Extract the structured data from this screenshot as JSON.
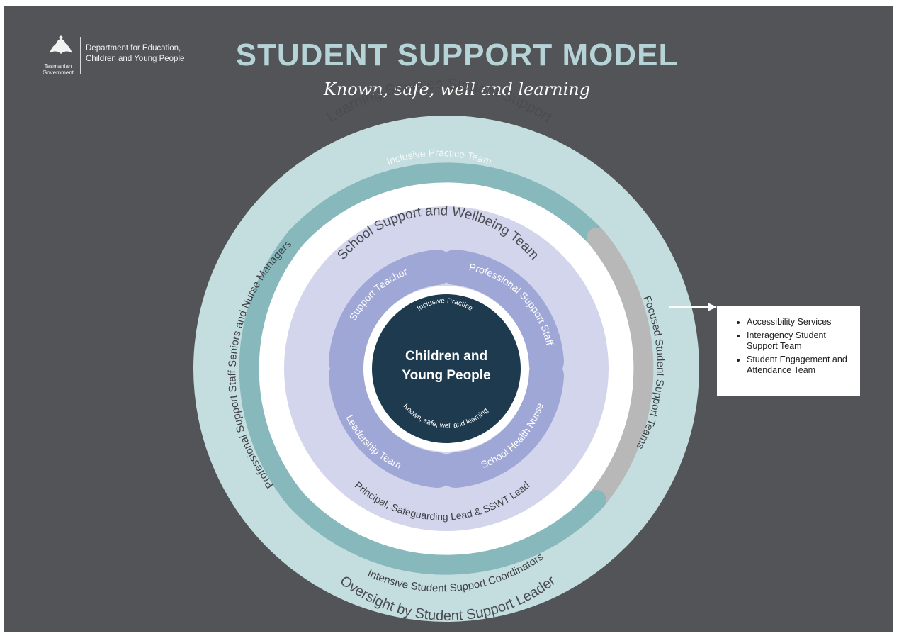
{
  "header": {
    "logo_text": [
      "Tasmanian",
      "Government"
    ],
    "department_lines": [
      "Department for Education,",
      "Children and Young People"
    ],
    "title": "STUDENT SUPPORT MODEL",
    "subtitle": "Known, safe, well and learning"
  },
  "diagram": {
    "outer_ring_top": "Learning Services Student Support",
    "outer_ring_bottom": "Oversight by Student Support Leader",
    "band_top": "Inclusive Practice Team",
    "band_left": "Professional Support Staff Seniors and Nurse Managers",
    "band_right": "Focused Student Support Teams",
    "band_bottom": "Intensive Student Support Coordinators",
    "school_team_top": "School Support and Wellbeing Team",
    "school_team_bottom": "Principal, Safeguarding Lead & SSWT Lead",
    "quadrants": [
      "Support Teacher",
      "Professional Support Staff",
      "School Health Nurse",
      "Leadership Team"
    ],
    "center_title_lines": [
      "Children and",
      "Young People"
    ],
    "center_top": "Inclusive Practice",
    "center_bottom": "Known, safe, well and learning"
  },
  "callout": {
    "items": [
      "Accessibility Services",
      "Interagency Student Support Team",
      "Student Engagement and Attendance Team"
    ]
  },
  "colors": {
    "background": "#525458",
    "outer_ring": "#c4dee0",
    "teal_band": "#86b8bc",
    "grey_band": "#b8b8b8",
    "lavender_ring": "#d3d5ec",
    "quadrant": "#9fa7d6",
    "center": "#1e3a4f",
    "title": "#b6d4d8"
  }
}
